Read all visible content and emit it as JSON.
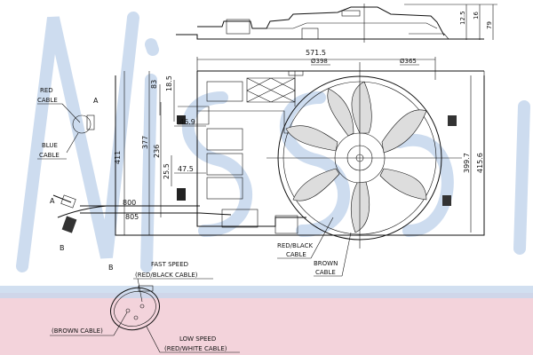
{
  "colors": {
    "watermark_blue": "#c9d9ee",
    "band_blue": "#b9cde6",
    "band_pink": "#f3d3db",
    "line": "#111111"
  },
  "top_view": {
    "dims": [
      "12.5",
      "16",
      "79"
    ]
  },
  "front_view": {
    "width_dim": "571.5",
    "shroud_dia": "Ø398",
    "fan_dia": "Ø365",
    "left_dims": {
      "overall_height": "411",
      "h377": "377",
      "h236": "236",
      "h83": "83",
      "h18_5": "18.5",
      "w46_9": "46.9",
      "h25_5": "25.5",
      "w47_5": "47.5"
    },
    "cable_lengths": [
      "800",
      "805"
    ],
    "right_dims": [
      "399.7",
      "415.6"
    ]
  },
  "labels": {
    "connector_a": {
      "marker": "A",
      "red_line1": "RED",
      "red_line2": "CABLE",
      "blue_line1": "BLUE",
      "blue_line2": "CABLE"
    },
    "plug_a": "A",
    "plug_b": "B",
    "red_black_line1": "RED/BLACK",
    "red_black_line2": "CABLE",
    "brown_line1": "BROWN",
    "brown_line2": "CABLE"
  },
  "detail_b": {
    "marker": "B",
    "fast_speed": "FAST SPEED",
    "fast_cable": "(RED/BLACK CABLE)",
    "brown": "(BROWN CABLE)",
    "low_speed": "LOW SPEED",
    "low_cable": "(RED/WHITE CABLE)"
  }
}
